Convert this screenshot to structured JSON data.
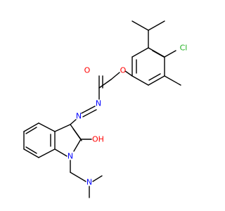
{
  "structure": {
    "atom_labels": {
      "cl": "Cl",
      "o_ether": "O",
      "o_carbonyl": "O",
      "n_hydrazone1": "N",
      "n_hydrazone2": "N",
      "oh": "OH",
      "n_ring": "N",
      "n_dimethyl": "N"
    }
  },
  "colors": {
    "oxygen": "#ff0000",
    "nitrogen": "#0000ff",
    "chlorine": "#1fb01f",
    "bond": "#000000"
  }
}
